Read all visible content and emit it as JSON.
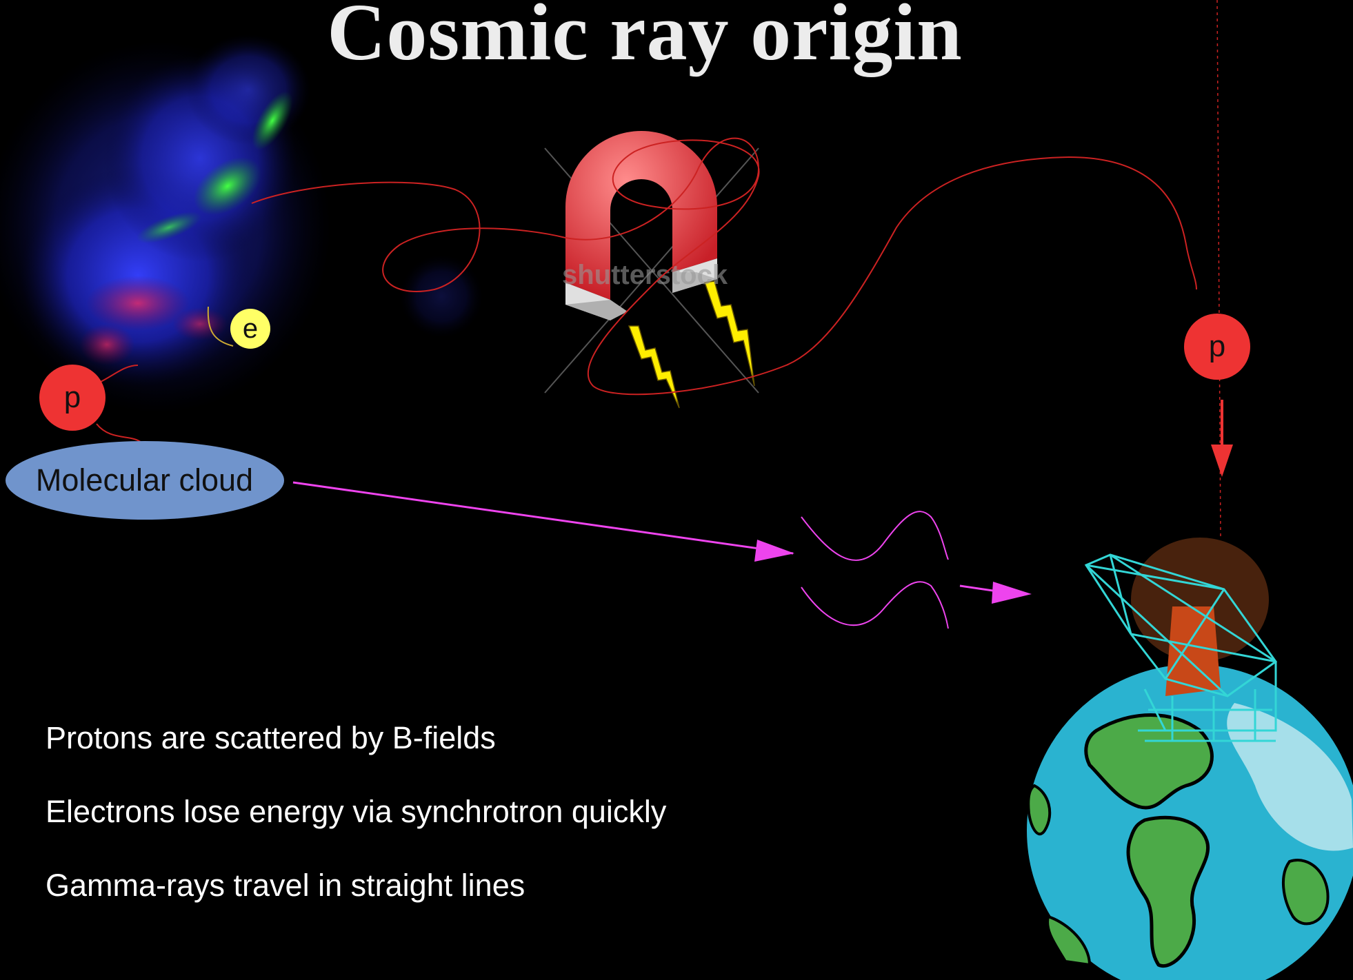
{
  "title": "Cosmic ray origin",
  "labels": {
    "molecular_cloud": "Molecular cloud",
    "proton_left": "p",
    "proton_right": "p",
    "electron": "e",
    "watermark": "shutterstock"
  },
  "bullets": [
    "Protons are scattered by B-fields",
    "Electrons lose energy via synchrotron quickly",
    "Gamma-rays travel in straight lines"
  ],
  "colors": {
    "background": "#000000",
    "proton": "#ee3333",
    "electron": "#ffff66",
    "cloud": "#7094cc",
    "gamma_ray": "#ee44ee",
    "proton_path": "#cc2222",
    "magnet": "#e8464a",
    "earth_ocean": "#2ab3d0",
    "earth_land": "#4caa48",
    "telescope": "#33d6d6"
  },
  "icons": [
    "nebula-image",
    "horseshoe-magnet-icon",
    "lightning-bolt-icon",
    "earth-icon",
    "telescope-icon",
    "gamma-wave-icon"
  ]
}
